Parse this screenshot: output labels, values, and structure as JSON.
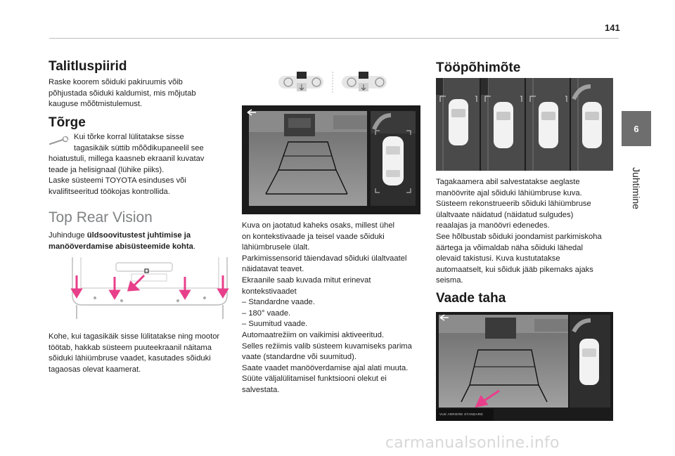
{
  "header": {
    "page_number": "141"
  },
  "side_tab": {
    "number": "6",
    "label": "Juhtimine"
  },
  "col1": {
    "heading1": "Talitluspiirid",
    "para1": [
      "Raske koorem sõiduki pakiruumis võib",
      "põhjustada sõiduki kaldumist, mis mõjutab",
      "kauguse mõõtmistulemust."
    ],
    "heading2": "Tõrge",
    "para2": [
      "Kui tõrke korral lülitatakse sisse",
      "tagasikäik süttib mõõdikupaneelil see",
      "hoiatustuli, millega kaasneb ekraanil kuvatav",
      "teade ja helisignaal (lühike piiks).",
      "Laske süsteemi TOYOTA esinduses või",
      "kvalifitseeritud töökojas kontrollida."
    ],
    "heading3": "Top Rear Vision",
    "para3_prefix": "Juhinduge ",
    "para3_bold": [
      "üldsoovitustest juhtimise ja",
      "manööverdamise abisüsteemide kohta"
    ],
    "para3_suffix": ".",
    "para4": [
      "Kohe, kui tagasikäik sisse lülitatakse ning mootor",
      "töötab, hakkab süsteem puuteekraanil näitama",
      "sõiduki lähiümbruse vaadet, kasutades sõiduki",
      "tagaosas olevat kaamerat."
    ]
  },
  "col2": {
    "para": [
      "Kuva on jaotatud kaheks osaks, millest ühel",
      "on kontekstivaade ja teisel vaade sõiduki",
      "lähiümbrusele ülalt.",
      "Parkimissensorid täiendavad sõiduki ülaltvaatel",
      "näidatavat teavet.",
      "Ekraanile saab kuvada mitut erinevat",
      "kontekstivaadet",
      "–  Standardne vaade.",
      "–  180° vaade.",
      "–  Suumitud vaade.",
      "Automaatrežiim on vaikimisi aktiveeritud.",
      "Selles režiimis valib süsteem kuvamiseks parima",
      "vaate (standardne või suumitud).",
      "Saate vaadet manööverdamise ajal alati muuta.",
      "Süüte väljalülitamisel funktsiooni olekut ei",
      "salvestata."
    ]
  },
  "col3": {
    "heading1": "Tööpõhimõte",
    "para1": [
      "Tagakaamera abil salvestatakse aeglaste",
      "manöövrite ajal sõiduki lähiümbruse kuva.",
      "Süsteem rekonstrueerib sõiduki lähiümbruse",
      "ülaltvaate näidatud (näidatud sulgudes)",
      "reaalajas ja manöövri edenedes.",
      "See hõlbustab sõiduki joondamist parkimiskoha",
      "äärtega ja võimaldab näha sõiduki lähedal",
      "olevaid takistusi. Kuva kustutatakse",
      "automaatselt, kui sõiduk jääb pikemaks ajaks",
      "seisma."
    ],
    "heading2": "Vaade taha",
    "screen_label": "VUE ARRIERE STANDARD"
  },
  "watermark": "carmanualsonline.info",
  "colors": {
    "accent": "#e83f8a",
    "heading_light": "#7f8183",
    "tab": "#6e6e6e"
  }
}
